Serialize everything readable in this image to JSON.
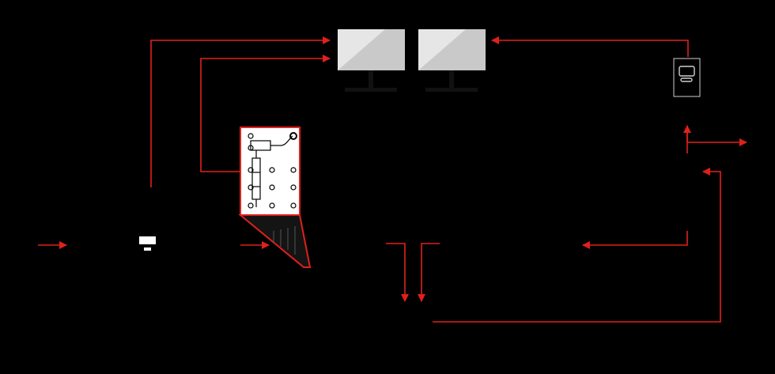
{
  "colors": {
    "background": "#000000",
    "arrow": "#e0201b",
    "monitor_screen": "#c9c9c9",
    "monitor_highlight": "#e6e6e6",
    "panel_fill": "#ffffff",
    "panel_border": "#e0201b",
    "device_stroke": "#cfcfcf"
  },
  "nodes": [
    {
      "id": "monitor-left",
      "icon": "monitor-icon"
    },
    {
      "id": "monitor-right",
      "icon": "monitor-icon"
    },
    {
      "id": "tablet-device",
      "icon": "tablet-icon"
    },
    {
      "id": "valve-panel",
      "icon": "valve-panel-icon"
    },
    {
      "id": "small-sensor",
      "icon": "sensor-icon"
    }
  ],
  "connections": [
    {
      "from": "input-left",
      "to": "small-sensor"
    },
    {
      "from": "sensor-column",
      "to": "monitor-left"
    },
    {
      "from": "valve-panel",
      "to": "monitor-left"
    },
    {
      "from": "tablet-device",
      "to": "monitor-right"
    },
    {
      "from": "process-left",
      "to": "valve-panel"
    },
    {
      "from": "branch-right",
      "to": "outlet-right"
    },
    {
      "from": "branch-right",
      "to": "processor-center"
    },
    {
      "from": "splitter-center",
      "to": "outlet-bottom-left"
    },
    {
      "from": "splitter-center",
      "to": "outlet-bottom-right"
    },
    {
      "from": "return-loop",
      "to": "branch-right"
    }
  ]
}
